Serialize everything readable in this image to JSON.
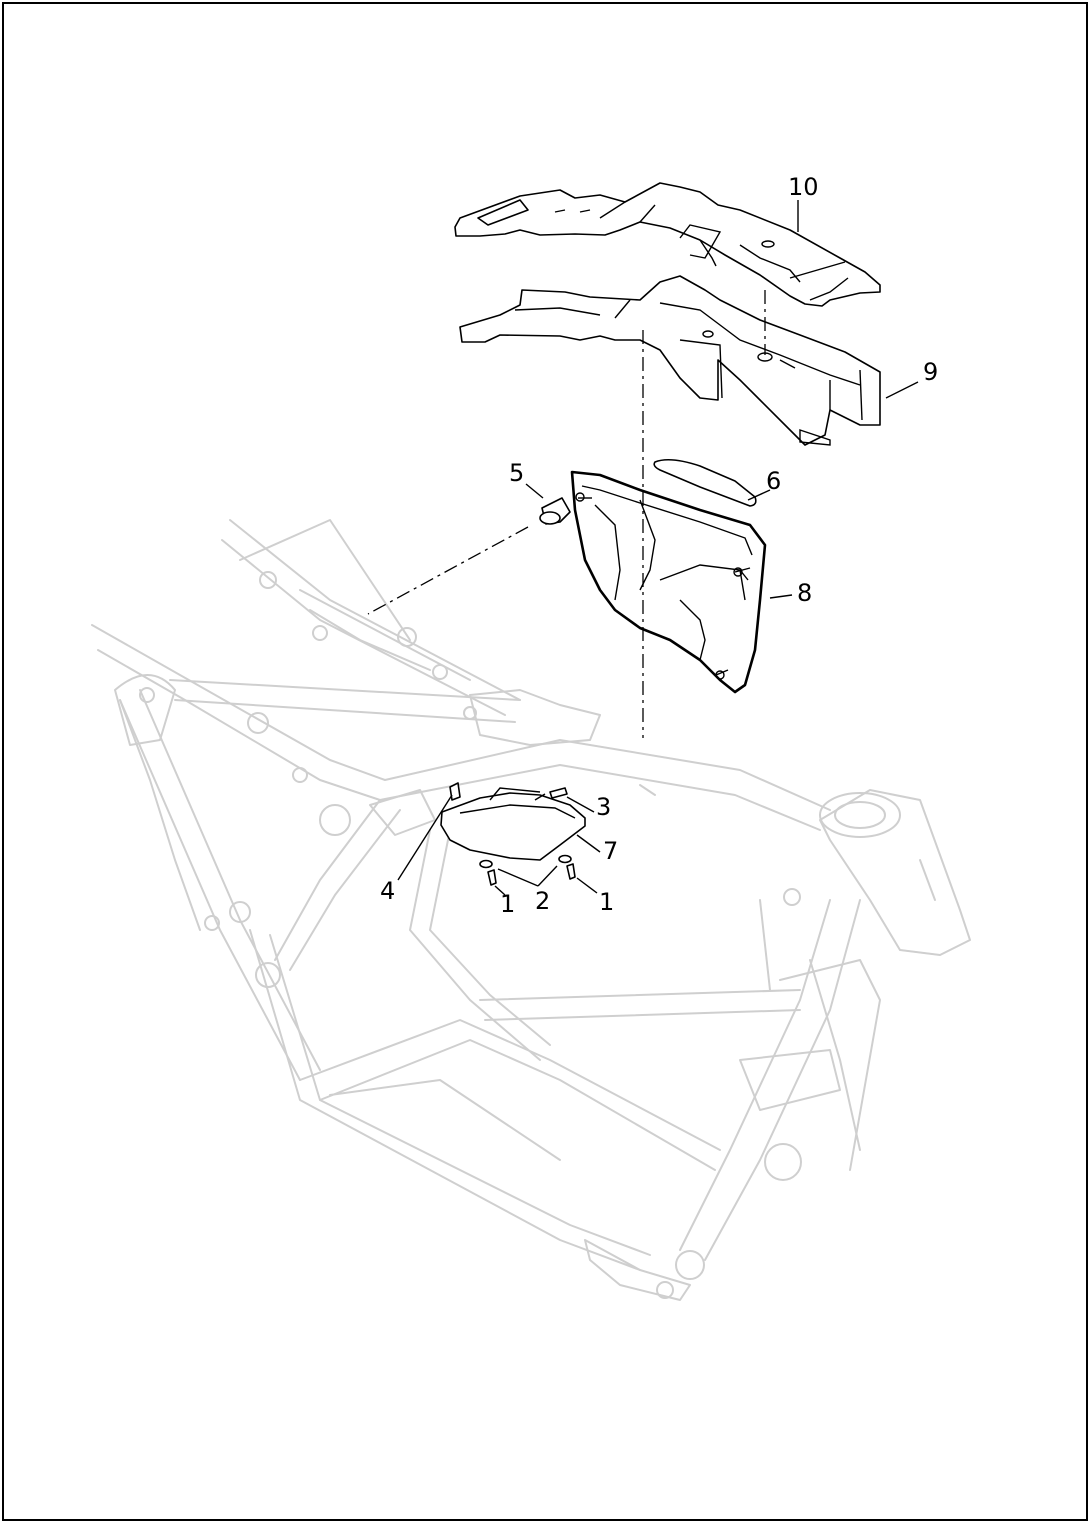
{
  "diagram": {
    "callouts": [
      {
        "id": "c1a",
        "text": "1"
      },
      {
        "id": "c1b",
        "text": "1"
      },
      {
        "id": "c2",
        "text": "2"
      },
      {
        "id": "c3",
        "text": "3"
      },
      {
        "id": "c4",
        "text": "4"
      },
      {
        "id": "c5",
        "text": "5"
      },
      {
        "id": "c6",
        "text": "6"
      },
      {
        "id": "c7",
        "text": "7"
      },
      {
        "id": "c8",
        "text": "8"
      },
      {
        "id": "c9",
        "text": "9"
      },
      {
        "id": "c10",
        "text": "10"
      }
    ],
    "colors": {
      "frame_lines": "#cfcfcf",
      "part_lines": "#000000",
      "background": "#ffffff"
    }
  }
}
